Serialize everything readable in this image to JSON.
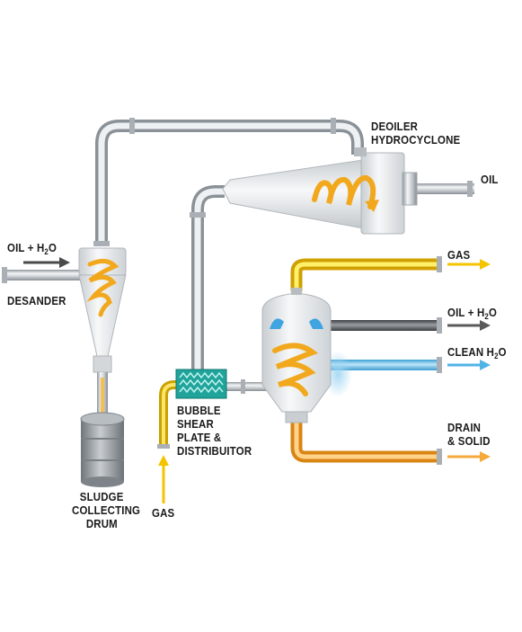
{
  "labels": {
    "deoiler_line1": "DEOILER",
    "deoiler_line2": "HYDROCYCLONE",
    "oil": "OIL",
    "oil_h2o_in_prefix": "OIL + H",
    "oil_h2o_in_sub": "2",
    "oil_h2o_in_suffix": "O",
    "desander": "DESANDER",
    "gas_out": "GAS",
    "oil_h2o_out_prefix": "OIL + H",
    "oil_h2o_out_sub": "2",
    "oil_h2o_out_suffix": "O",
    "clean_h2o_prefix": "CLEAN H",
    "clean_h2o_sub": "2",
    "clean_h2o_suffix": "O",
    "drain_line1": "DRAIN",
    "drain_line2": "& SOLID",
    "bubble_line1": "BUBBLE",
    "bubble_line2": "SHEAR",
    "bubble_line3": "PLATE &",
    "bubble_line4": "DISTRIBUITOR",
    "sludge_line1": "SLUDGE",
    "sludge_line2": "COLLECTING",
    "sludge_line3": "DRUM",
    "gas_in": "GAS"
  },
  "colors": {
    "pipe": "#b9bec3",
    "pipe_dark": "#8e959b",
    "vessel": "#e7eaec",
    "spiral": "#f2a81d",
    "gas_stream": "#ffd21f",
    "oil_water_stream": "#5a5a5a",
    "clean_water_stream": "#4fb3e6",
    "drain_stream": "#f4a93a",
    "distributor": "#1fa39a",
    "drum": "#9ea3a8"
  }
}
